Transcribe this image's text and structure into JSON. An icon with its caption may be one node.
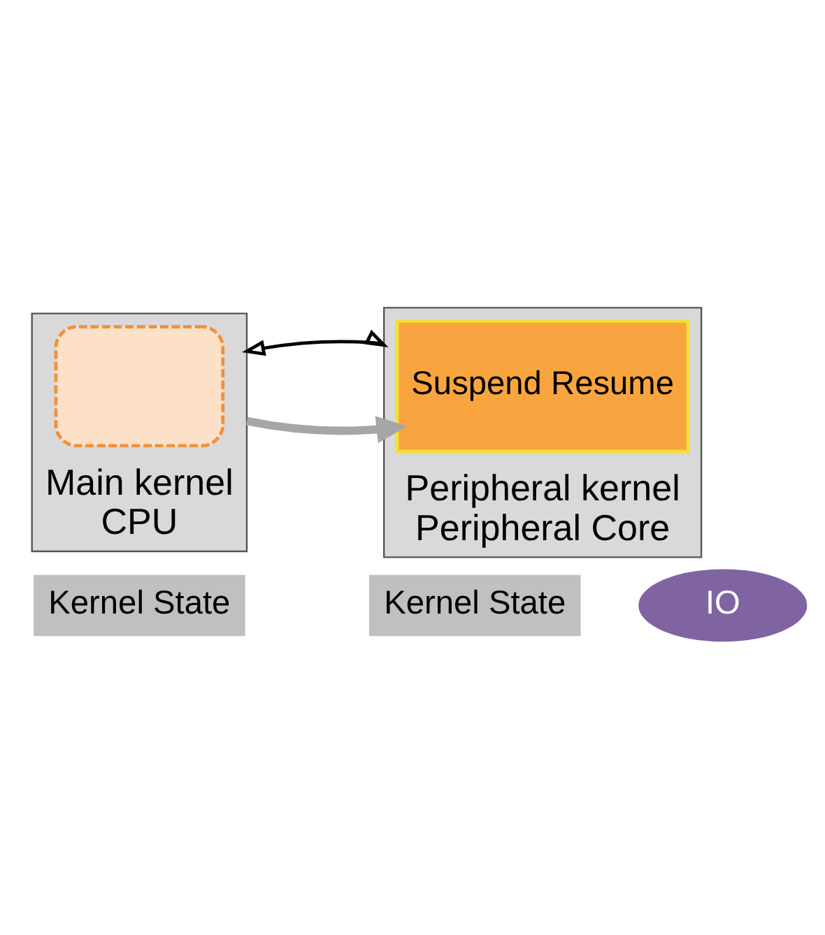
{
  "diagram": {
    "nodes": [
      {
        "text": [
          "Main kernel"
        ],
        "beside": [
          "CPU"
        ]
      },
      {
        "text": [],
        "shape": "box",
        "in": 0
      },
      {
        "text": [
          "Peripheral kernel"
        ],
        "beside": [
          "Peripheral Core"
        ]
      },
      {
        "text": [
          "Suspend Resume"
        ],
        "in": 2
      },
      {
        "text": [
          "Kernel State"
        ]
      },
      {
        "text": [
          "Kernel State"
        ]
      },
      {
        "text": [
          "IO"
        ]
      }
    ],
    "edges": [
      {
        "from": 0,
        "to": 3,
        "arrow": "to",
        "style": "thick",
        "color": "#a6a6a6"
      },
      {
        "from": 0,
        "to": 2,
        "arrow": "both",
        "color": "#000000"
      }
    ]
  }
}
